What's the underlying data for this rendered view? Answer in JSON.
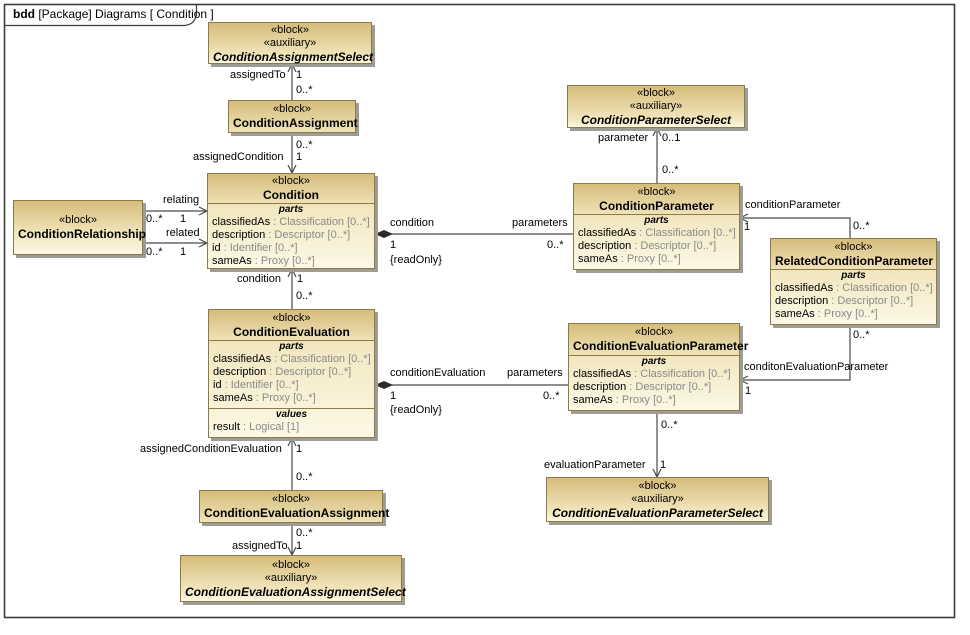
{
  "frame": {
    "kind": "bdd",
    "title": "[Package] Diagrams [ Condition ]"
  },
  "blocks": {
    "condition_assignment_select": {
      "stereotype": "«block»",
      "stereotype2": "«auxiliary»",
      "name": "ConditionAssignmentSelect"
    },
    "condition_assignment": {
      "stereotype": "«block»",
      "name": "ConditionAssignment"
    },
    "condition": {
      "stereotype": "«block»",
      "name": "Condition",
      "parts_label": "parts",
      "parts": [
        {
          "name": "classifiedAs",
          "type": " : Classification [0..*]"
        },
        {
          "name": "description",
          "type": " : Descriptor [0..*]"
        },
        {
          "name": "id",
          "type": " : Identifier [0..*]"
        },
        {
          "name": "sameAs",
          "type": " : Proxy [0..*]"
        }
      ]
    },
    "condition_relationship": {
      "stereotype": "«block»",
      "name": "ConditionRelationship"
    },
    "condition_parameter_select": {
      "stereotype": "«block»",
      "stereotype2": "«auxiliary»",
      "name": "ConditionParameterSelect"
    },
    "condition_parameter": {
      "stereotype": "«block»",
      "name": "ConditionParameter",
      "parts_label": "parts",
      "parts": [
        {
          "name": "classifiedAs",
          "type": " : Classification [0..*]"
        },
        {
          "name": "description",
          "type": " : Descriptor [0..*]"
        },
        {
          "name": "sameAs",
          "type": " : Proxy [0..*]"
        }
      ]
    },
    "related_condition_parameter": {
      "stereotype": "«block»",
      "name": "RelatedConditionParameter",
      "parts_label": "parts",
      "parts": [
        {
          "name": "classifiedAs",
          "type": " : Classification [0..*]"
        },
        {
          "name": "description",
          "type": " : Descriptor [0..*]"
        },
        {
          "name": "sameAs",
          "type": " : Proxy [0..*]"
        }
      ]
    },
    "condition_evaluation": {
      "stereotype": "«block»",
      "name": "ConditionEvaluation",
      "parts_label": "parts",
      "values_label": "values",
      "parts": [
        {
          "name": "classifiedAs",
          "type": " : Classification [0..*]"
        },
        {
          "name": "description",
          "type": " : Descriptor [0..*]"
        },
        {
          "name": "id",
          "type": " : Identifier [0..*]"
        },
        {
          "name": "sameAs",
          "type": " : Proxy [0..*]"
        }
      ],
      "values": [
        {
          "name": "result",
          "type": " : Logical [1]"
        }
      ]
    },
    "condition_evaluation_parameter": {
      "stereotype": "«block»",
      "name": "ConditionEvaluationParameter",
      "parts_label": "parts",
      "parts": [
        {
          "name": "classifiedAs",
          "type": " : Classification [0..*]"
        },
        {
          "name": "description",
          "type": " : Descriptor [0..*]"
        },
        {
          "name": "sameAs",
          "type": " : Proxy [0..*]"
        }
      ]
    },
    "condition_evaluation_assignment": {
      "stereotype": "«block»",
      "name": "ConditionEvaluationAssignment"
    },
    "condition_evaluation_assignment_select": {
      "stereotype": "«block»",
      "stereotype2": "«auxiliary»",
      "name": "ConditionEvaluationAssignmentSelect"
    },
    "condition_evaluation_parameter_select": {
      "stereotype": "«block»",
      "stereotype2": "«auxiliary»",
      "name": "ConditionEvaluationParameterSelect"
    }
  },
  "labels": [
    {
      "text": "assignedTo"
    },
    {
      "text": "1"
    },
    {
      "text": "0..*"
    },
    {
      "text": "0..*"
    },
    {
      "text": "assignedCondition"
    },
    {
      "text": "1"
    },
    {
      "text": "relating"
    },
    {
      "text": "0..*"
    },
    {
      "text": "1"
    },
    {
      "text": "related"
    },
    {
      "text": "0..*"
    },
    {
      "text": "1"
    },
    {
      "text": "condition"
    },
    {
      "text": "parameters"
    },
    {
      "text": "1"
    },
    {
      "text": "0..*"
    },
    {
      "text": "{readOnly}"
    },
    {
      "text": "parameter"
    },
    {
      "text": "0..1"
    },
    {
      "text": "0..*"
    },
    {
      "text": "conditionParameter"
    },
    {
      "text": "1"
    },
    {
      "text": "0..*"
    },
    {
      "text": "condition"
    },
    {
      "text": "1"
    },
    {
      "text": "0..*"
    },
    {
      "text": "conditionEvaluation"
    },
    {
      "text": "parameters"
    },
    {
      "text": "1"
    },
    {
      "text": "0..*"
    },
    {
      "text": "{readOnly}"
    },
    {
      "text": "0..*"
    },
    {
      "text": "conditonEvaluationParameter"
    },
    {
      "text": "1"
    },
    {
      "text": "0..*"
    },
    {
      "text": "evaluationParameter"
    },
    {
      "text": "1"
    },
    {
      "text": "assignedConditionEvaluation"
    },
    {
      "text": "1"
    },
    {
      "text": "0..*"
    },
    {
      "text": "0..*"
    },
    {
      "text": "assignedTo"
    },
    {
      "text": "1"
    }
  ],
  "colors": {
    "block_border": "#8f7a45",
    "block_fill_top": "#d5bc7a",
    "block_fill_bottom": "#fdf8e6",
    "line": "#4a4a4a",
    "type_text": "#8a8a8a"
  }
}
